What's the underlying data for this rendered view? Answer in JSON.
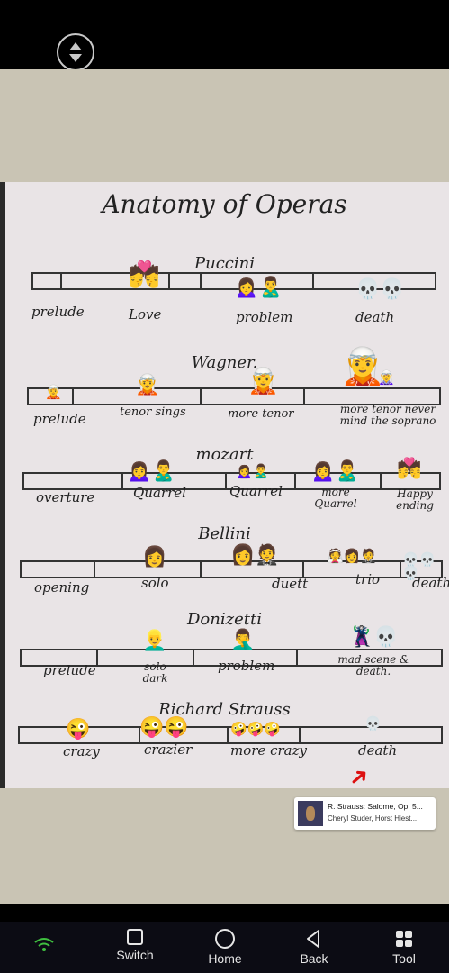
{
  "document": {
    "title": "Anatomy of Operas",
    "sections": [
      {
        "composer": "Puccini",
        "labels": [
          "prelude",
          "Love",
          "problem",
          "death"
        ]
      },
      {
        "composer": "Wagner.",
        "labels": [
          "prelude",
          "tenor sings",
          "more tenor",
          "more tenor never mind the soprano"
        ]
      },
      {
        "composer": "mozart",
        "labels": [
          "overture",
          "Quarrel",
          "Quarrel",
          "more Quarrel",
          "Happy ending"
        ]
      },
      {
        "composer": "Bellini",
        "labels": [
          "opening",
          "solo",
          "duett",
          "trio",
          "death"
        ]
      },
      {
        "composer": "Donizetti",
        "labels": [
          "prelude",
          "solo dark",
          "problem",
          "mad scene & death."
        ]
      },
      {
        "composer": "Richard Strauss",
        "labels": [
          "crazy",
          "crazier",
          "more crazy",
          "death"
        ]
      }
    ]
  },
  "media_notification": {
    "title": "R. Strauss: Salome, Op. 5...",
    "subtitle": "Cheryl Studer, Horst Hiest..."
  },
  "navbar": {
    "items": [
      {
        "label": "Switch",
        "icon": "square-icon"
      },
      {
        "label": "Home",
        "icon": "circle-icon"
      },
      {
        "label": "Back",
        "icon": "triangle-back-icon"
      },
      {
        "label": "Tool",
        "icon": "grid-icon"
      }
    ],
    "status_icon": "wifi-icon"
  }
}
